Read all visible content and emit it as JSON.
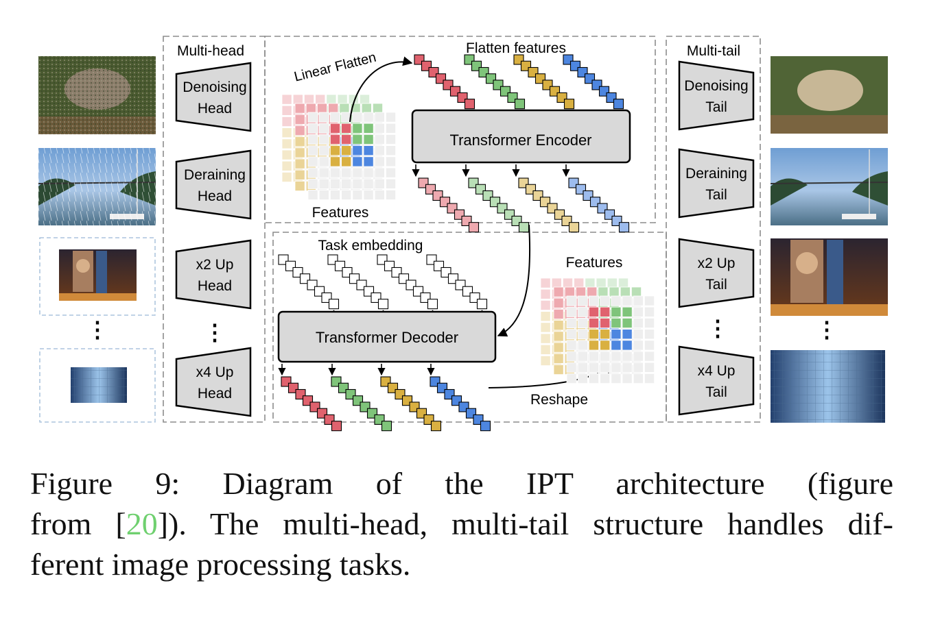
{
  "diagram": {
    "multi_head_label": "Multi-head",
    "multi_tail_label": "Multi-tail",
    "heads": [
      "Denoising\nHead",
      "Deraining\nHead",
      "x2 Up\nHead",
      "x4 Up\nHead"
    ],
    "tails": [
      "Denoising\nTail",
      "Deraining\nTail",
      "x2 Up\nTail",
      "x4 Up\nTail"
    ],
    "ellipsis": "⋮",
    "linear_flatten": "Linear Flatten",
    "flatten_features": "Flatten features",
    "features_top": "Features",
    "features_right": "Features",
    "encoder": "Transformer Encoder",
    "decoder": "Transformer Decoder",
    "task_embedding": "Task embedding",
    "reshape": "Reshape",
    "input_images": [
      "noisy-bird-photo",
      "rainy-bridge-photo",
      "small-city-photo",
      "small-building-photo"
    ],
    "output_images": [
      "clean-bird-photo",
      "clear-bridge-photo",
      "large-city-photo",
      "large-building-photo"
    ]
  },
  "caption": {
    "line1_a": "Figure 9:  Diagram of the IPT architecture (figure",
    "line2_a": "from [",
    "ref": "20",
    "line2_b": "]). The multi-head, multi-tail structure handles dif-",
    "line3": "ferent image processing tasks."
  },
  "colors": {
    "red": "#e0626e",
    "green": "#7fc47a",
    "yellow": "#d9b041",
    "blue": "#4d86e0",
    "box_fill": "#d9d9d9",
    "dash": "#8c8c8c",
    "ref_link": "#6fd06f"
  }
}
